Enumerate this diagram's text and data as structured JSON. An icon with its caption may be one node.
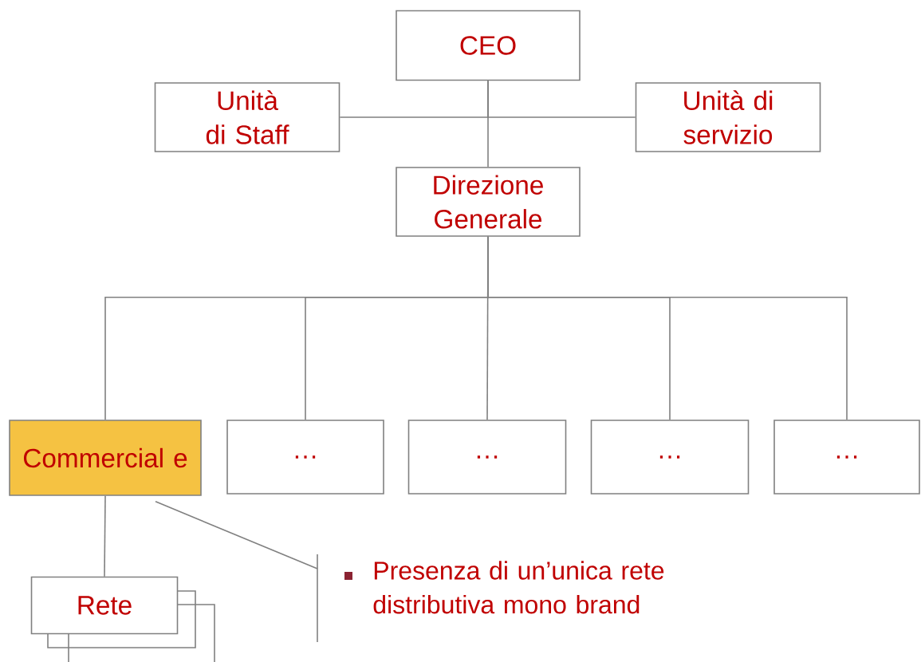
{
  "diagram": {
    "nodes": [
      {
        "text": [
          "CEO"
        ]
      },
      {
        "text": [
          "Unità di Staff"
        ]
      },
      {
        "text": [
          "Unità di servizio"
        ]
      },
      {
        "text": [
          "Direzione Generale"
        ]
      },
      {
        "text": [
          "Commercial e"
        ]
      },
      {
        "text": [
          "…"
        ]
      },
      {
        "text": [
          "…"
        ]
      },
      {
        "text": [
          "…"
        ]
      },
      {
        "text": [
          "…"
        ]
      },
      {
        "text": [
          "Rete"
        ]
      },
      {
        "text": [
          "Presenza di un’unica rete distributiva mono brand"
        ]
      }
    ],
    "edges": [
      {
        "from": 0,
        "to": 1,
        "arrow": "none"
      },
      {
        "from": 0,
        "to": 2,
        "arrow": "none"
      },
      {
        "from": 0,
        "to": 3,
        "arrow": "none"
      },
      {
        "from": 3,
        "to": 4,
        "arrow": "none"
      },
      {
        "from": 3,
        "to": 5,
        "arrow": "none"
      },
      {
        "from": 3,
        "to": 6,
        "arrow": "none"
      },
      {
        "from": 3,
        "to": 7,
        "arrow": "none"
      },
      {
        "from": 3,
        "to": 8,
        "arrow": "none"
      },
      {
        "from": 4,
        "to": 9,
        "arrow": "none"
      },
      {
        "from": 4,
        "to": 10,
        "arrow": "none"
      }
    ]
  }
}
